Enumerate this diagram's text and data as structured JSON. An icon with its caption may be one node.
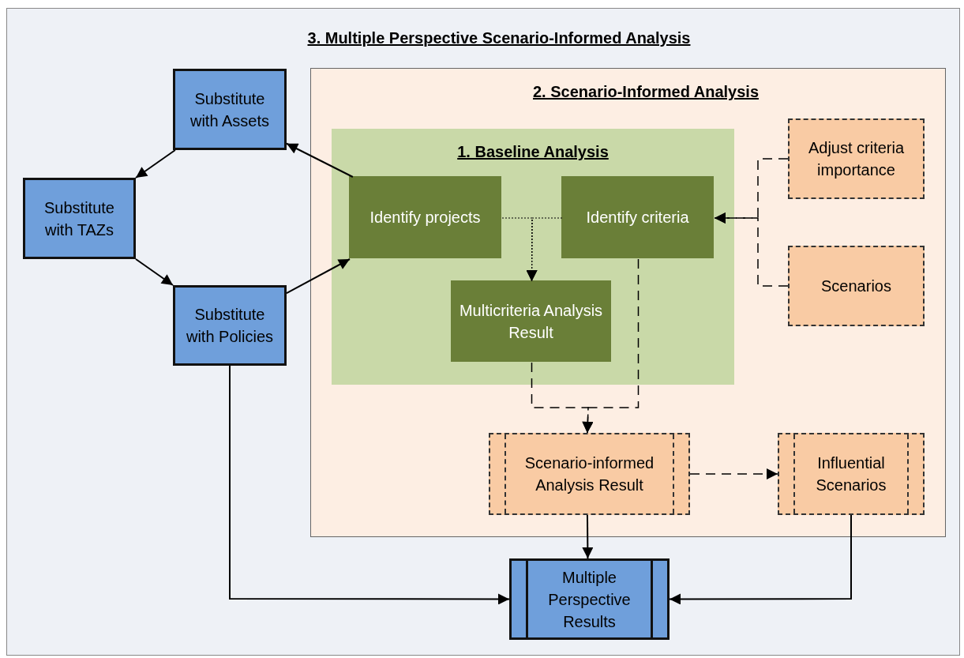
{
  "diagram": {
    "nodes": [
      {
        "text": [
          "3. Multiple Perspective Scenario-Informed Analysis"
        ]
      },
      {
        "text": [
          "2. Scenario-Informed Analysis"
        ],
        "in": 0
      },
      {
        "text": [
          "1. Baseline Analysis"
        ],
        "in": 1
      },
      {
        "text": [
          "Identify projects"
        ],
        "in": 2
      },
      {
        "text": [
          "Identify criteria"
        ],
        "in": 2
      },
      {
        "text": [
          "Multicriteria Analysis Result"
        ],
        "in": 2
      },
      {
        "text": [
          "Adjust criteria importance"
        ],
        "in": 1
      },
      {
        "text": [
          "Scenarios"
        ],
        "in": 1
      },
      {
        "text": [
          "Scenario-informed Analysis Result"
        ],
        "in": 1
      },
      {
        "text": [
          "Influential Scenarios"
        ],
        "in": 1
      },
      {
        "text": [
          "Substitute with Assets"
        ],
        "in": 0
      },
      {
        "text": [
          "Substitute with TAZs"
        ],
        "in": 0
      },
      {
        "text": [
          "Substitute with Policies"
        ],
        "in": 0
      },
      {
        "text": [
          "Multiple Perspective Results"
        ],
        "in": 0
      }
    ],
    "edges": [
      {
        "from": 3,
        "to": 10,
        "arrow": "to"
      },
      {
        "from": 10,
        "to": 11,
        "arrow": "to"
      },
      {
        "from": 11,
        "to": 12,
        "arrow": "to"
      },
      {
        "from": 12,
        "to": 3,
        "arrow": "to"
      },
      {
        "from": 3,
        "to": 5,
        "arrow": "to",
        "style": "dashed"
      },
      {
        "from": 4,
        "to": 5,
        "arrow": "to",
        "style": "dashed"
      },
      {
        "from": 6,
        "to": 4,
        "arrow": "to",
        "style": "dashed"
      },
      {
        "from": 7,
        "to": 4,
        "arrow": "to",
        "style": "dashed"
      },
      {
        "from": 5,
        "to": 8,
        "arrow": "to",
        "style": "dashed"
      },
      {
        "from": 4,
        "to": 8,
        "arrow": "to",
        "style": "dashed"
      },
      {
        "from": 8,
        "to": 9,
        "arrow": "to",
        "style": "dashed"
      },
      {
        "from": 8,
        "to": 13,
        "arrow": "to"
      },
      {
        "from": 12,
        "to": 13,
        "arrow": "to"
      },
      {
        "from": 9,
        "to": 13,
        "arrow": "to"
      }
    ]
  }
}
